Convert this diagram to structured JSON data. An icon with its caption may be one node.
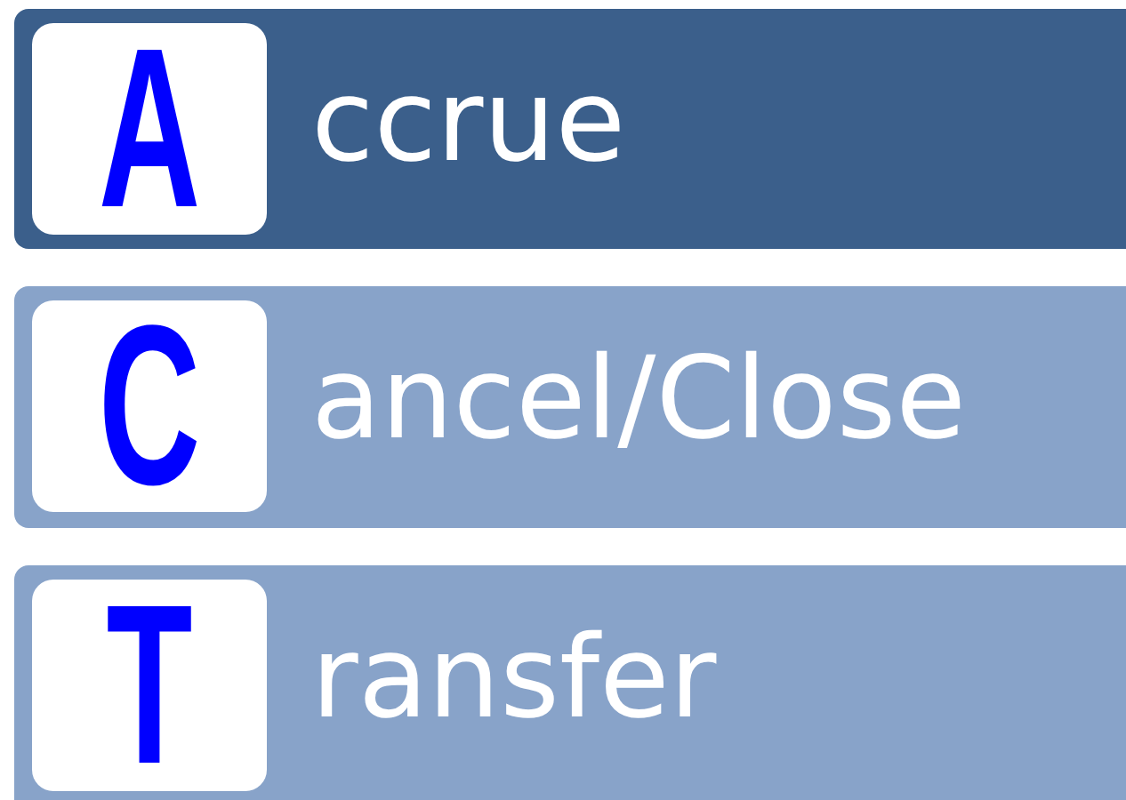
{
  "diagram": {
    "nodes": [
      {
        "text": [
          "ccrue"
        ]
      },
      {
        "text": [
          "A"
        ],
        "in": 0
      },
      {
        "text": [
          "ancel/Close"
        ]
      },
      {
        "text": [
          "C"
        ],
        "in": 2
      },
      {
        "text": [
          "ransfer"
        ]
      },
      {
        "text": [
          "T"
        ],
        "in": 4
      }
    ]
  }
}
